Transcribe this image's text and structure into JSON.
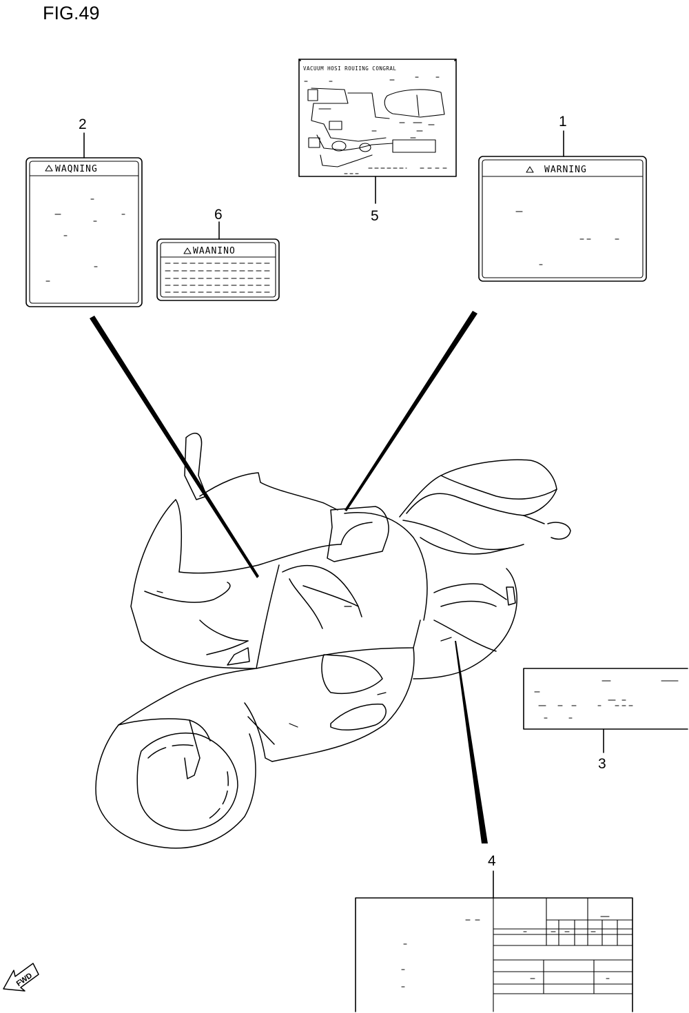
{
  "figure": {
    "title": "FIG.49"
  },
  "callouts": {
    "c1": "1",
    "c2": "2",
    "c3": "3",
    "c4": "4",
    "c5": "5",
    "c6": "6"
  },
  "labels": {
    "label1_heading": "WARNING",
    "label2_heading": "WAQNING",
    "label6_heading": "WAANINO",
    "label5_heading": "VACUUM HOSI ROUIING CONGRAL"
  },
  "fwd": {
    "text": "FWD"
  }
}
